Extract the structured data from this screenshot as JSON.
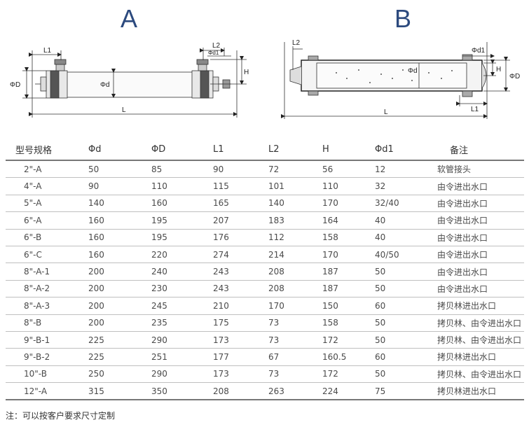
{
  "drawings": {
    "a": {
      "title": "A",
      "labels": {
        "L1": "L1",
        "L2": "L2",
        "d1": "Φd1",
        "D": "ΦD",
        "d": "Φd",
        "H": "H",
        "L": "L"
      }
    },
    "b": {
      "title": "B",
      "labels": {
        "L2": "L2",
        "d1": "Φd1",
        "d": "Φd",
        "H": "H",
        "D": "ΦD",
        "L1": "L1",
        "L": "L"
      }
    }
  },
  "table": {
    "headers": [
      "型号规格",
      "Φd",
      "ΦD",
      "L1",
      "L2",
      "H",
      "Φd1",
      "备注"
    ],
    "rows": [
      [
        "2\"-A",
        "50",
        "85",
        "90",
        "72",
        "56",
        "12",
        "软管接头"
      ],
      [
        "4\"-A",
        "90",
        "110",
        "115",
        "101",
        "110",
        "32",
        "由令进出水口"
      ],
      [
        "5\"-A",
        "140",
        "160",
        "165",
        "140",
        "170",
        "32/40",
        "由令进出水口"
      ],
      [
        "6\"-A",
        "160",
        "195",
        "207",
        "183",
        "164",
        "40",
        "由令进出水口"
      ],
      [
        "6\"-B",
        "160",
        "195",
        "176",
        "112",
        "158",
        "40",
        "由令进出水口"
      ],
      [
        "6\"-C",
        "160",
        "220",
        "274",
        "214",
        "170",
        "40/50",
        "由令进出水口"
      ],
      [
        "8\"-A-1",
        "200",
        "240",
        "243",
        "208",
        "187",
        "50",
        "由令进出水口"
      ],
      [
        "8\"-A-2",
        "200",
        "230",
        "243",
        "208",
        "187",
        "50",
        "由令进出水口"
      ],
      [
        "8\"-A-3",
        "200",
        "245",
        "210",
        "170",
        "150",
        "60",
        "拷贝林进出水口"
      ],
      [
        "8\"-B",
        "200",
        "235",
        "175",
        "73",
        "158",
        "50",
        "拷贝林、由令进出水口"
      ],
      [
        "9\"-B-1",
        "225",
        "290",
        "173",
        "73",
        "172",
        "50",
        "拷贝林、由令进出水口"
      ],
      [
        "9\"-B-2",
        "225",
        "251",
        "177",
        "67",
        "160.5",
        "60",
        "拷贝林进出水口"
      ],
      [
        "10\"-B",
        "250",
        "290",
        "173",
        "73",
        "172",
        "50",
        "拷贝林、由令进出水口"
      ],
      [
        "12\"-A",
        "315",
        "350",
        "208",
        "263",
        "224",
        "75",
        "拷贝林进出水口"
      ]
    ]
  },
  "note": "注：可以按客户要求尺寸定制"
}
